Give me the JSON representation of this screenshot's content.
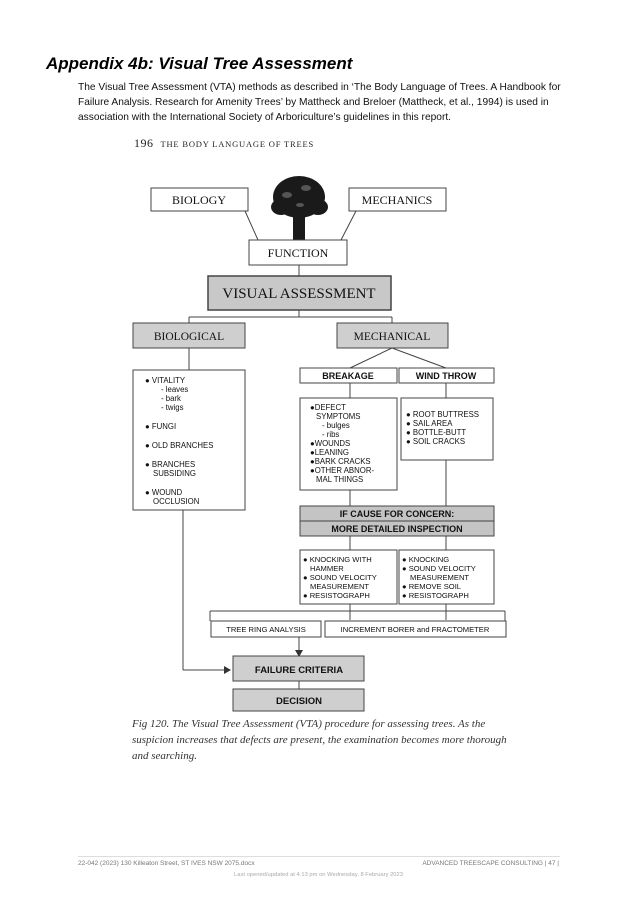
{
  "heading": "Appendix 4b: Visual Tree Assessment",
  "intro": "The Visual Tree Assessment (VTA) methods as described in ‘The Body Language of Trees. A Handbook for Failure Analysis. Research for Amenity Trees’ by Mattheck and Breloer (Mattheck, et al., 1994) is used in association with the International Society of Arboriculture’s guidelines in this report.",
  "book_header": {
    "page": "196",
    "title": "THE BODY LANGUAGE OF TREES"
  },
  "diagram": {
    "biology": "BIOLOGY",
    "mechanics": "MECHANICS",
    "function": "FUNCTION",
    "visual_assessment": "VISUAL ASSESSMENT",
    "biological": "BIOLOGICAL",
    "mechanical": "MECHANICAL",
    "breakage": "BREAKAGE",
    "wind_throw": "WIND THROW",
    "bio_list": [
      "● VITALITY",
      "- leaves",
      "- bark",
      "- twigs",
      "● FUNGI",
      "● OLD BRANCHES",
      "● BRANCHES",
      "SUBSIDING",
      "● WOUND",
      "OCCLUSION"
    ],
    "breakage_list": [
      "●DEFECT",
      "SYMPTOMS",
      "- bulges",
      "- ribs",
      "●WOUNDS",
      "●LEANING",
      "●BARK CRACKS",
      "●OTHER ABNOR-",
      "MAL THINGS"
    ],
    "wind_list": [
      "● ROOT BUTTRESS",
      "● SAIL AREA",
      "● BOTTLE-BUTT",
      "● SOIL CRACKS"
    ],
    "concern_line1": "IF CAUSE FOR CONCERN:",
    "concern_line2": "MORE DETAILED INSPECTION",
    "inspect_left": [
      "● KNOCKING WITH",
      "HAMMER",
      "● SOUND VELOCITY",
      "MEASUREMENT",
      "● RESISTOGRAPH"
    ],
    "inspect_right": [
      "● KNOCKING",
      "● SOUND VELOCITY",
      "MEASUREMENT",
      "● REMOVE SOIL",
      "● RESISTOGRAPH"
    ],
    "tree_ring": "TREE RING ANALYSIS",
    "increment": "INCREMENT BORER and FRACTOMETER",
    "failure": "FAILURE CRITERIA",
    "decision": "DECISION"
  },
  "caption": "Fig 120. The Visual Tree Assessment (VTA) procedure for assessing trees. As the suspicion increases that defects are present, the examination becomes more thorough and searching.",
  "footer": {
    "left": "22-042 (2023) 130 Killeaton Street, ST IVES NSW 2075.docx",
    "right": "ADVANCED TREESCAPE CONSULTING | 47 |",
    "sub": "Last opened/updated at 4:13 pm on Wednesday, 8 February 2023"
  }
}
